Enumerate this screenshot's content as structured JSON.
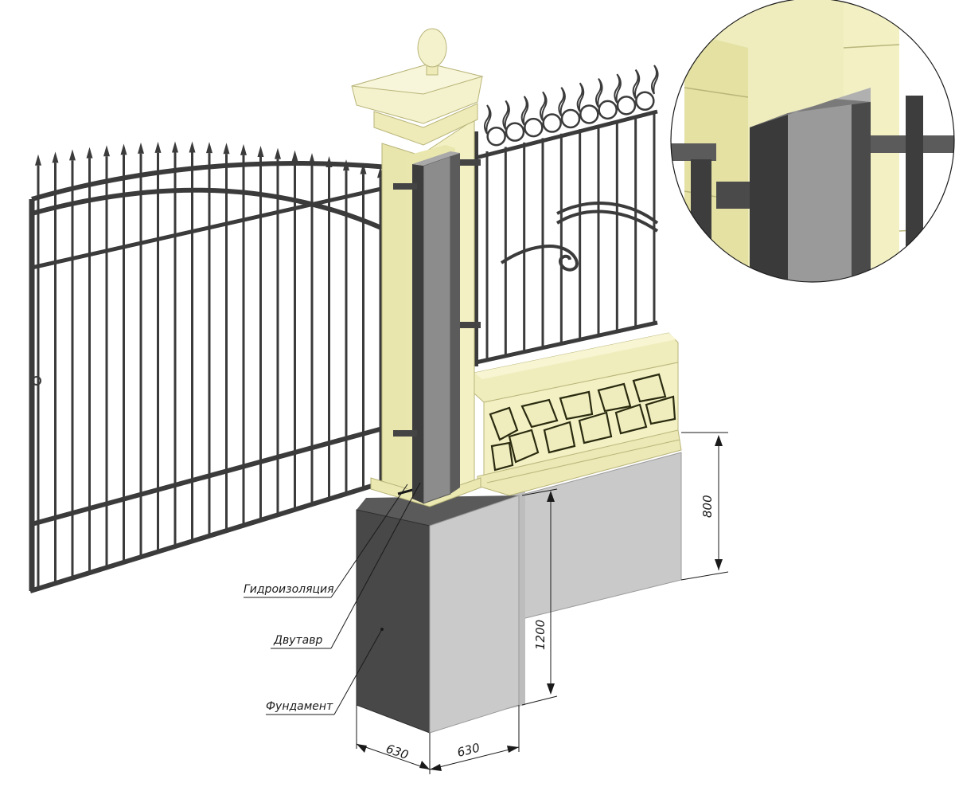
{
  "labels": {
    "waterproofing": "Гидроизоляция",
    "ibeam": "Двутавр",
    "foundation": "Фундамент"
  },
  "dimensions": {
    "foundation_width_left": "630",
    "foundation_width_right": "630",
    "foundation_depth": "1200",
    "plinth_height": "800"
  },
  "colors": {
    "stone": "#f3f1c4",
    "stone_shade": "#e2dfa6",
    "stone_line": "#b9b57a",
    "iron": "#3b3b3b",
    "steel_light": "#8a8a8a",
    "steel_dark": "#3d3d3d",
    "concrete_dark": "#4a4a4a",
    "concrete_light": "#c8c8c8"
  }
}
